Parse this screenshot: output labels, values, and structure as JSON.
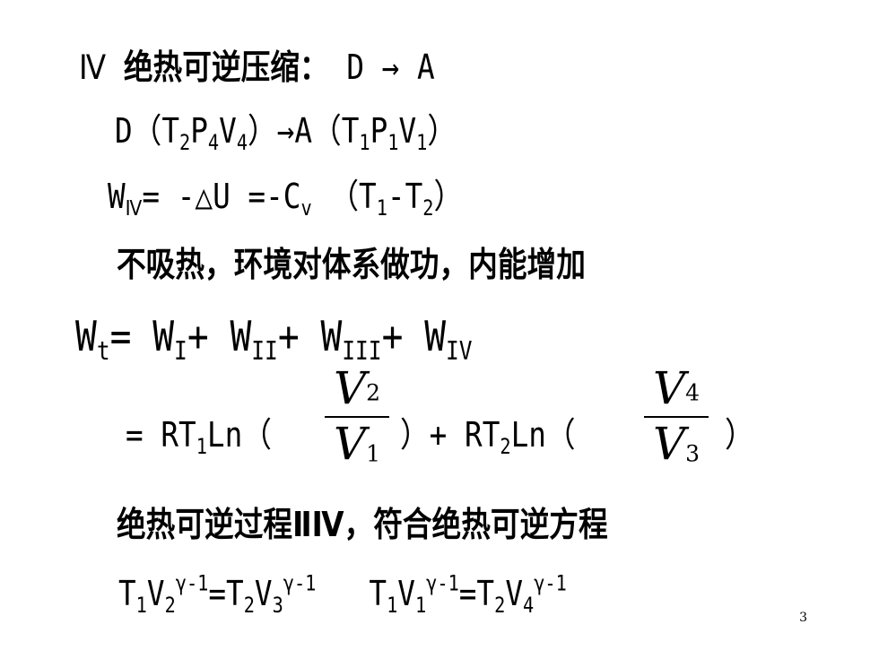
{
  "heading": {
    "roman": "Ⅳ",
    "title": "绝热可逆压缩：",
    "arrow_expr": "D → A"
  },
  "states": {
    "left": "D（T",
    "left_s1": "2",
    "left_p": "P",
    "left_s2": "4",
    "left_v": "V",
    "left_s3": "4",
    "mid": "）→A（T",
    "right_s1": "1",
    "right_p": "P",
    "right_s2": "1",
    "right_v": "V",
    "right_s3": "1",
    "end": "）"
  },
  "work_iv": {
    "w": "W",
    "w_sub": "Ⅳ",
    "eq": "= -△U =-C",
    "cv_sub": "v",
    "paren": "（T",
    "t1_sub": "1",
    "minus": "-T",
    "t2_sub": "2",
    "close": "）"
  },
  "note1": "不吸热，环境对体系做功，内能增加",
  "total": {
    "w": "W",
    "t": "t",
    "eq": "= W",
    "s1": "I",
    "plus1": "+ W",
    "s2": "II",
    "plus2": "+ W",
    "s3": "III",
    "plus3": "+ W",
    "s4": "IV"
  },
  "rt_line": {
    "eq": "= RT",
    "s1": "1",
    "ln1": "Ln（",
    "close1": "）+ RT",
    "s2": "2",
    "ln2": "Ln（",
    "close2": "）",
    "frac1_num": "V",
    "frac1_num_sub": "2",
    "frac1_den": "V",
    "frac1_den_sub": "1",
    "frac2_num": "V",
    "frac2_num_sub": "4",
    "frac2_den": "V",
    "frac2_den_sub": "3"
  },
  "note2": "绝热可逆过程ⅡⅣ，符合绝热可逆方程",
  "eqs": {
    "a1": "T",
    "a1s": "1",
    "a2": "V",
    "a2s": "2",
    "exp": "γ-1",
    "eqsign": "=T",
    "b1s": "2",
    "b2": "V",
    "b2s": "3",
    "c1": "T",
    "c1s": "1",
    "c2": "V",
    "c2s": "1",
    "d1s": "2",
    "d2s": "4"
  },
  "page_number": "3"
}
